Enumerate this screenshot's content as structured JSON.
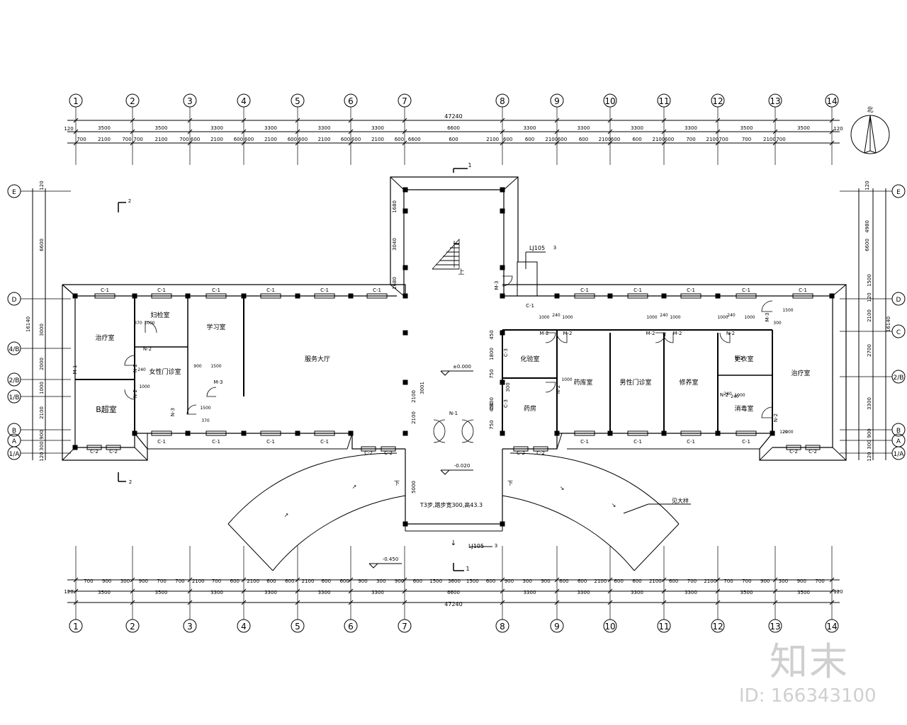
{
  "axes": {
    "top": [
      "1",
      "2",
      "3",
      "4",
      "5",
      "6",
      "7",
      "8",
      "9",
      "10",
      "11",
      "12",
      "13",
      "14"
    ],
    "left": [
      "E",
      "D",
      "4/B",
      "2/B",
      "1/B",
      "B",
      "A",
      "1/A"
    ],
    "right": [
      "E",
      "D",
      "C",
      "2/B",
      "B",
      "A",
      "1/A"
    ]
  },
  "dims": {
    "total": "47240",
    "edge": "120",
    "top_bays": [
      "3500",
      "3500",
      "3300",
      "3300",
      "3300",
      "3300",
      "6600",
      "3300",
      "3300",
      "3300",
      "3300",
      "3500",
      "3500"
    ],
    "top_openings": [
      "700",
      "2100",
      "700",
      "700",
      "2100",
      "700",
      "600",
      "2100",
      "600",
      "600",
      "2100",
      "600",
      "600",
      "2100",
      "600",
      "600",
      "2100",
      "600",
      "6600",
      "600",
      "2100",
      "600",
      "600",
      "2100",
      "600",
      "600",
      "2100",
      "600",
      "600",
      "2100",
      "600",
      "700",
      "2100",
      "700",
      "700",
      "2100",
      "700"
    ],
    "bottom_openings": [
      "700",
      "900",
      "300",
      "900",
      "700",
      "700",
      "2100",
      "700",
      "600",
      "2100",
      "600",
      "600",
      "2100",
      "600",
      "600",
      "900",
      "300",
      "900",
      "600",
      "1500",
      "3600",
      "1500",
      "600",
      "900",
      "300",
      "900",
      "600",
      "600",
      "2100",
      "600",
      "600",
      "2100",
      "600",
      "700",
      "2100",
      "700",
      "700",
      "900",
      "300",
      "900",
      "700"
    ],
    "left_total": "16140",
    "left_parts": [
      "120",
      "6600",
      "3000",
      "2000",
      "1000",
      "2100",
      "900",
      "300",
      "120"
    ],
    "right_total": "16140",
    "right_parts": [
      "120",
      "4980",
      "6600",
      "1500",
      "120",
      "2100",
      "2700",
      "3300",
      "900",
      "300",
      "120"
    ],
    "tower": [
      "1680",
      "3040",
      "1680"
    ],
    "entry": [
      "2100",
      "5000",
      "3001",
      "2100",
      "1800",
      "450",
      "750",
      "750",
      "1800",
      "450",
      "300"
    ],
    "door_dims": [
      "1000",
      "240",
      "1000",
      "1000",
      "240",
      "1000",
      "1000",
      "240",
      "1000",
      "240",
      "1000",
      "370",
      "1000",
      "240",
      "1000",
      "900",
      "1500",
      "370",
      "1500",
      "300",
      "1500",
      "120",
      "2900",
      "240",
      "1000"
    ]
  },
  "rooms": {
    "r1": "治疗室",
    "r2": "妇检室",
    "r3": "学习室",
    "r4": "服务大厅",
    "r5": "女性门诊室",
    "r6": "B超室",
    "r7": "化验室",
    "r8": "药库室",
    "r9": "男性门诊室",
    "r10": "修养室",
    "r11": "更衣室",
    "r12": "治疗室",
    "r13": "药房",
    "r14": "消毒室"
  },
  "labels": {
    "window_c1": "C-1",
    "window_c2": "C-2",
    "window_c3": "C-3",
    "door_m1": "M-1",
    "door_m2": "M-2",
    "door_m3": "M-3",
    "door_n1": "N-1",
    "door_n2": "N-2",
    "door_n3": "N-3",
    "level_0": "±0.000",
    "level_1": "-0.020",
    "level_2": "-0.450",
    "up": "上",
    "down": "下",
    "ramp": "T3步,踏步宽300,高43.3",
    "detail": "见大样",
    "ref1": "LJ105",
    "ref1_sub": "3",
    "ref2": "LJ105",
    "ref2_sub": "3",
    "north": "北",
    "sec1": "1",
    "sec2": "2"
  },
  "watermark": {
    "logo": "知末",
    "id": "ID: 166343100"
  }
}
